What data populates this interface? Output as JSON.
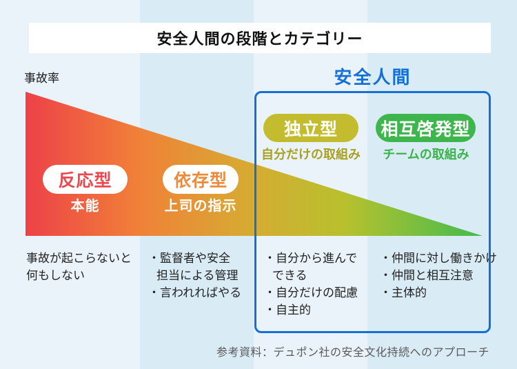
{
  "title": "安全人間の段階とカテゴリー",
  "axis_label": "事故率",
  "group_heading": "安全人間",
  "footer_note": "参考資料：デュポン社の安全文化持続へのアプローチ",
  "stages": [
    {
      "name": "反応型",
      "subtitle": "本能",
      "accent_color": "#e9494f",
      "descriptions": [
        "事故が起こらないと",
        "何もしない"
      ]
    },
    {
      "name": "依存型",
      "subtitle": "上司の指示",
      "accent_color": "#ed8b3b",
      "descriptions": [
        "・監督者や安全",
        "担当による管理",
        "・言われればやる"
      ]
    },
    {
      "name": "独立型",
      "subtitle": "自分だけの取組み",
      "accent_color": "#c3bc2e",
      "subtitle_color": "#a8a124",
      "descriptions": [
        "・自分から進んで",
        "できる",
        "・自分だけの配慮",
        "・自主的"
      ]
    },
    {
      "name": "相互啓発型",
      "subtitle": "チームの取組み",
      "accent_color": "#3eb54d",
      "subtitle_color": "#3ab34a",
      "descriptions": [
        "・仲間に対し働きかけ",
        "・仲間と相互注意",
        "・主体的"
      ]
    }
  ],
  "wedge_gradient": [
    "#ee4148",
    "#f08138",
    "#d8a932",
    "#b7c12e",
    "#42bb4e"
  ],
  "colors": {
    "stripe_light": "#e9f3f9",
    "stripe_dark": "#d9ebf4",
    "group_blue": "#1470d6",
    "title_box_bg": "#ffffff"
  }
}
